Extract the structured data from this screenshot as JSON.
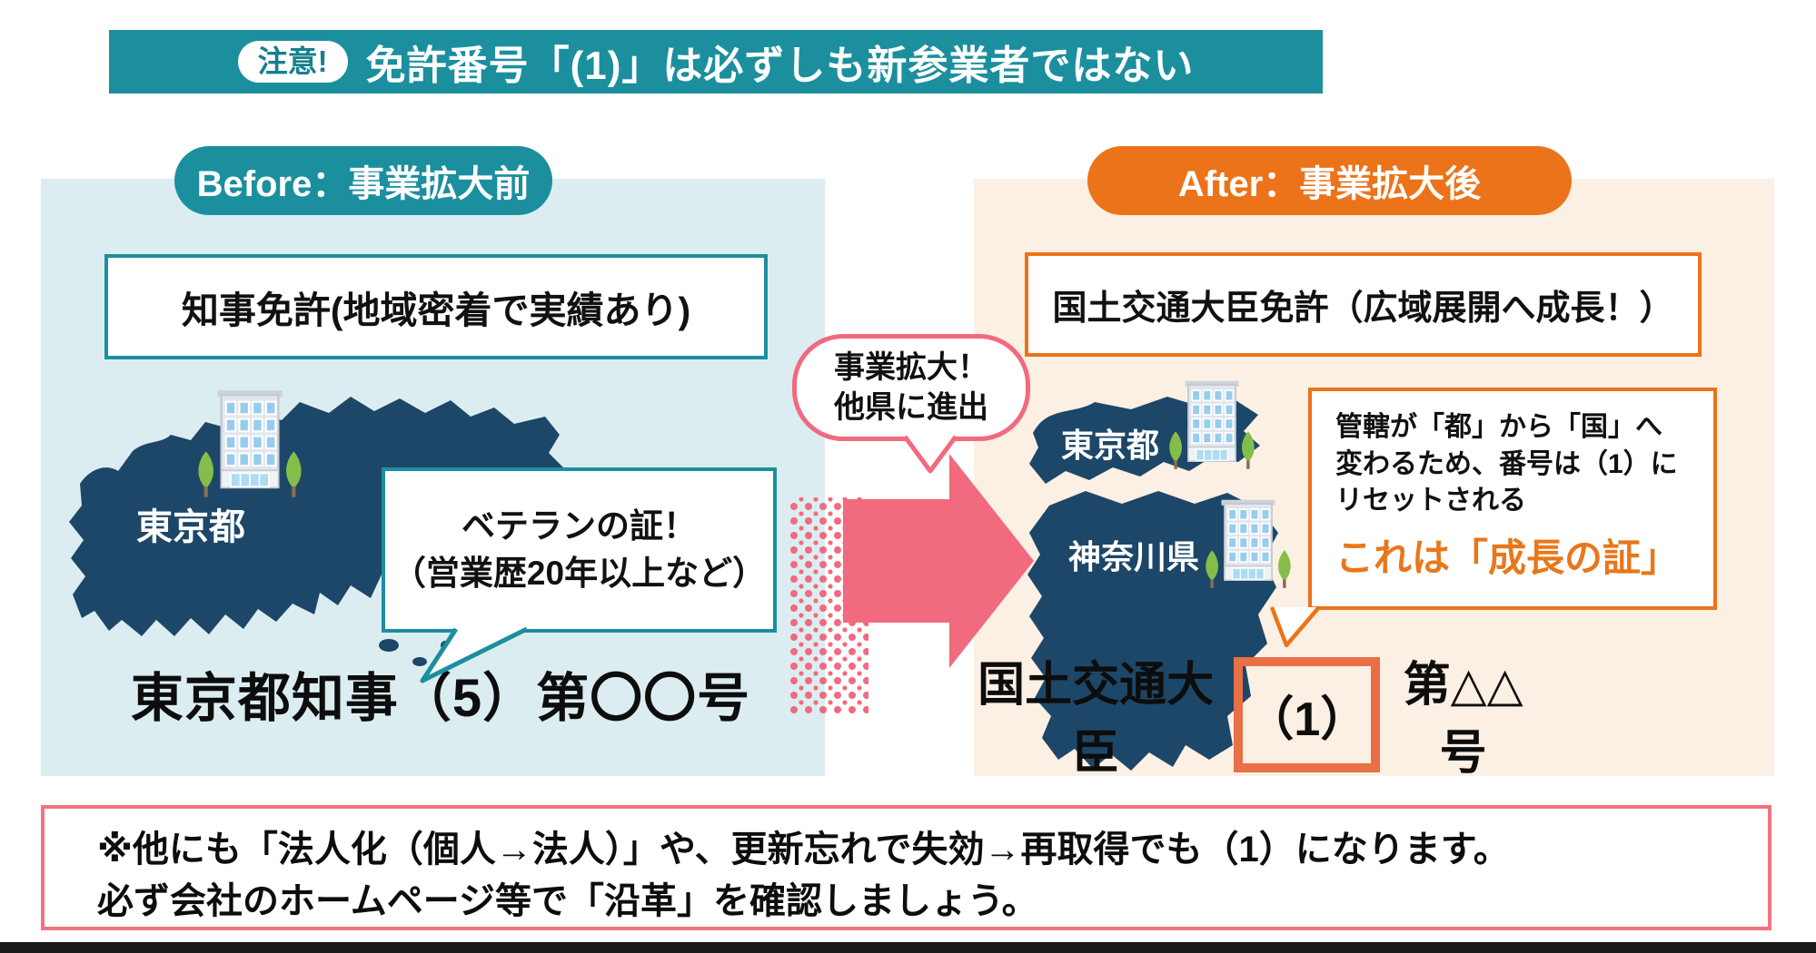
{
  "banner": {
    "badge": "注意!",
    "title": "免許番号「(1)」は必ずしも新参業者ではない"
  },
  "before": {
    "label": "Before：事業拡大前",
    "license_box": "知事免許(地域密着で実績あり)",
    "map_label": "東京都",
    "bubble": {
      "line1": "ベテランの証！",
      "line2": "（営業歴20年以上など）"
    },
    "license_number": "東京都知事（5）第〇〇号"
  },
  "transition": {
    "bubble": {
      "line1": "事業拡大！",
      "line2": "他県に進出"
    }
  },
  "after": {
    "label": "After：事業拡大後",
    "license_box": "国土交通大臣免許（広域展開へ成長！）",
    "map_labels": {
      "tokyo": "東京都",
      "kanagawa": "神奈川県"
    },
    "callout": {
      "line1": "管轄が「都」から「国」へ",
      "line2": "変わるため、番号は（1）に",
      "line3": "リセットされる",
      "highlight": "これは「成長の証」"
    },
    "license_number": {
      "prefix": "国土交通大臣",
      "highlighted": "（1）",
      "suffix": "第△△号"
    }
  },
  "footnote": {
    "line1": "※他にも「法人化（個人→法人）」や、更新忘れで失効→再取得でも（1）になります。",
    "line2": "必ず会社のホームページ等で「沿革」を確認しましょう。"
  },
  "colors": {
    "teal": "#1b8f9e",
    "orange": "#ec7319",
    "navy": "#1d4768",
    "pink": "#f16a7e",
    "panel_blue": "#dcedf2",
    "panel_peach": "#fcefe3",
    "highlight_box": "#e96f46",
    "growth_text": "#e8771c"
  }
}
